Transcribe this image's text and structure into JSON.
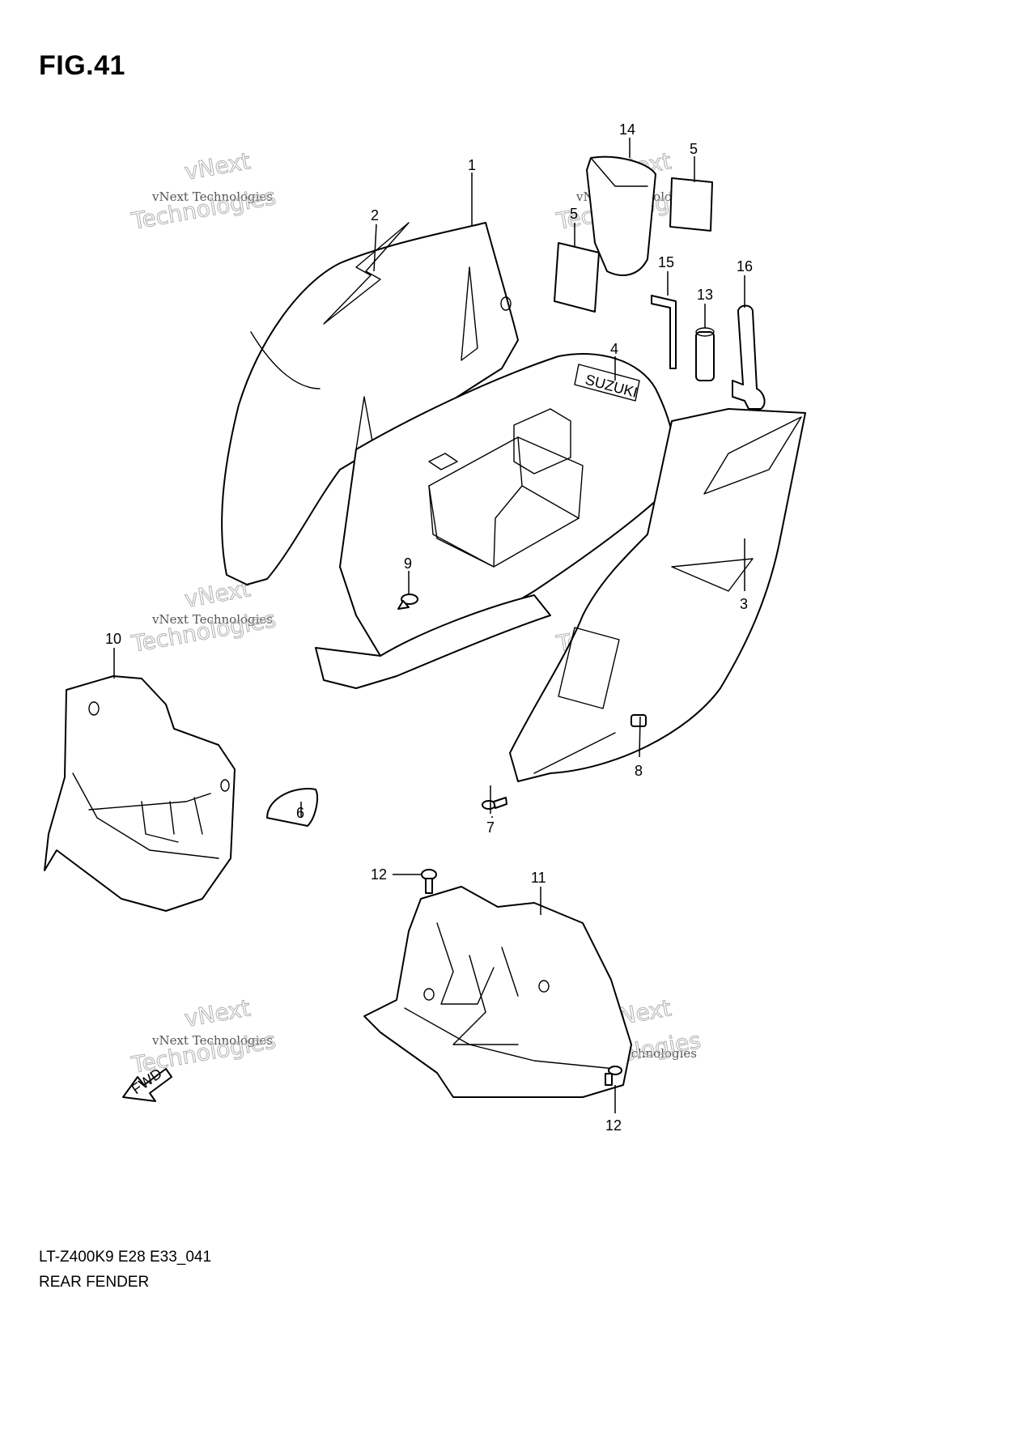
{
  "figure": {
    "title": "FIG.41",
    "code": "LT-Z400K9 E28 E33_041",
    "name": "REAR FENDER"
  },
  "callouts": [
    "1",
    "2",
    "3",
    "4",
    "5",
    "5",
    "6",
    "7",
    "8",
    "9",
    "10",
    "11",
    "12",
    "12",
    "13",
    "14",
    "15",
    "16"
  ],
  "watermark": {
    "line1": "vNext",
    "line2": "vNext Technologies",
    "line3": "Technologies"
  },
  "brand_marks": {
    "fender_logo": "SUZUKI",
    "fwd_arrow": "FWD"
  }
}
